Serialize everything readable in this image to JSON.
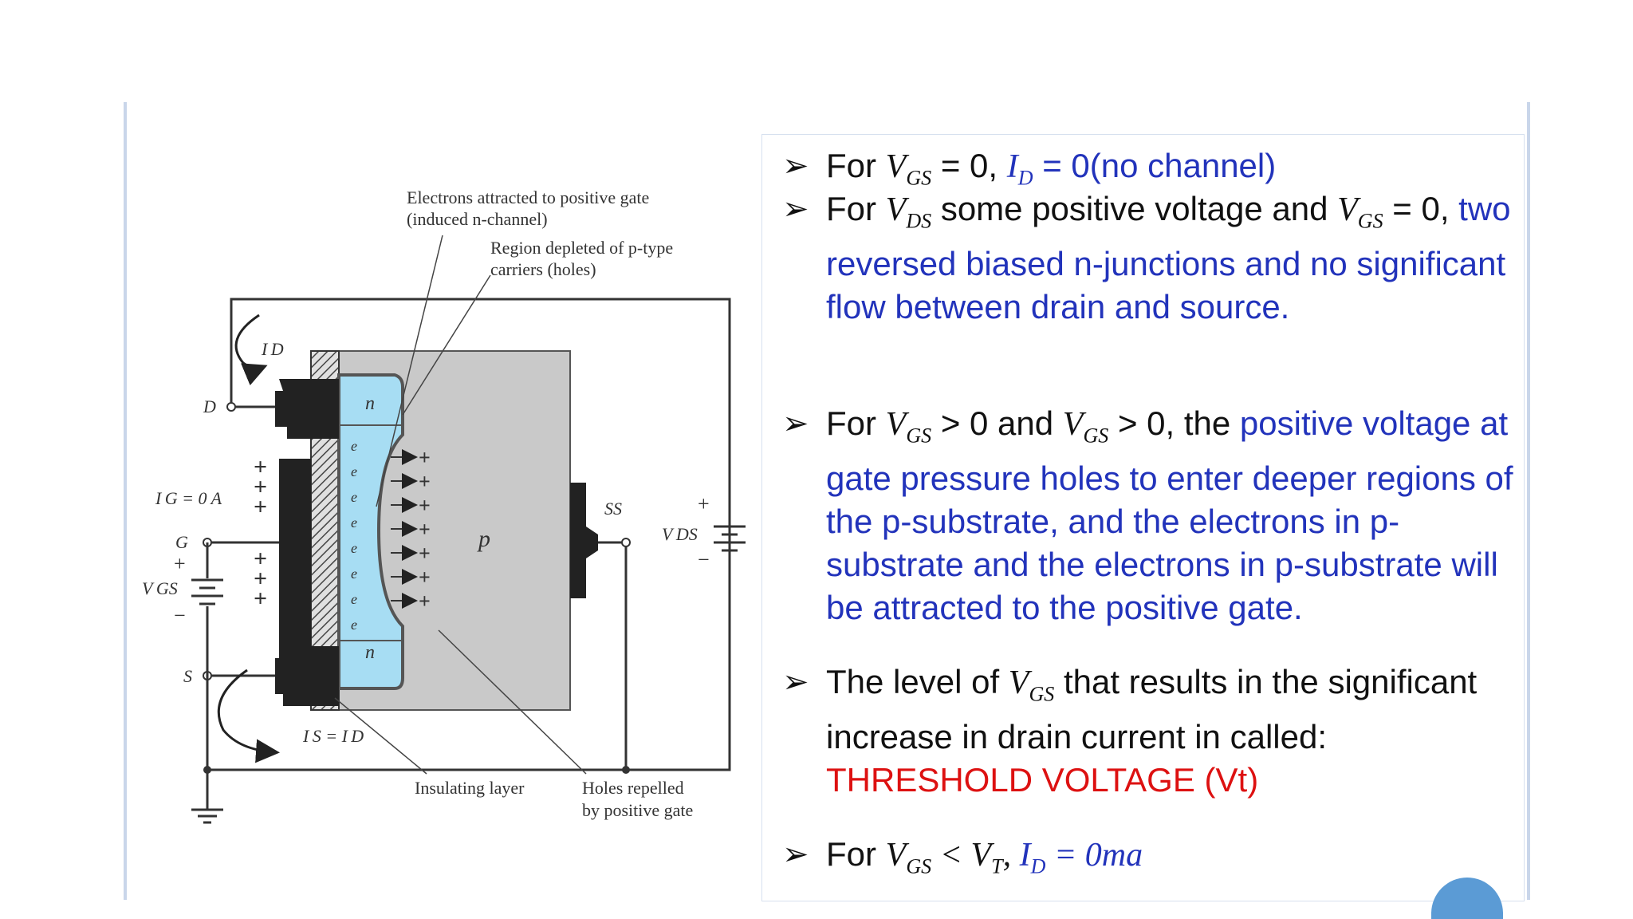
{
  "diagram": {
    "callouts": {
      "electrons_line1": "Electrons attracted to positive gate",
      "electrons_line2": "(induced n-channel)",
      "depleted_line1": "Region depleted of p-type",
      "depleted_line2": "carriers (holes)",
      "insulating": "Insulating layer",
      "holes_line1": "Holes repelled",
      "holes_line2": "by positive gate"
    },
    "terminals": {
      "drain": "D",
      "gate": "G",
      "source": "S",
      "substrate": "SS",
      "ig": "I G = 0 A",
      "id": "I D",
      "is": "I S = I D",
      "vgs": "V GS",
      "vds": "V DS",
      "p_region": "p",
      "n_region": "n",
      "electron": "e"
    },
    "signs": {
      "plus": "+",
      "minus": "−"
    }
  },
  "bullets": [
    {
      "arrow": "➢",
      "parts": [
        {
          "t": "For ",
          "c": "black"
        },
        {
          "t": "V",
          "c": "black",
          "m": true,
          "sub": "GS"
        },
        {
          "t": " = 0, ",
          "c": "black"
        },
        {
          "t": "I",
          "c": "blue",
          "m": true,
          "sub": "D"
        },
        {
          "t": " = 0(no channel)",
          "c": "blue"
        }
      ]
    },
    {
      "arrow": "➢",
      "parts": [
        {
          "t": "For ",
          "c": "black"
        },
        {
          "t": "V",
          "c": "black",
          "m": true,
          "sub": "DS"
        },
        {
          "t": "  some positive voltage and ",
          "c": "black"
        },
        {
          "t": "V",
          "c": "black",
          "m": true,
          "sub": "GS"
        },
        {
          "t": " = 0, ",
          "c": "black"
        },
        {
          "t": "two reversed biased n-junctions and no significant flow between drain and source.",
          "c": "blue"
        }
      ]
    },
    {
      "arrow": "➢",
      "parts": [
        {
          "t": "For ",
          "c": "black"
        },
        {
          "t": "V",
          "c": "black",
          "m": true,
          "sub": "GS"
        },
        {
          "t": " > 0 and ",
          "c": "black"
        },
        {
          "t": "V",
          "c": "black",
          "m": true,
          "sub": "GS"
        },
        {
          "t": " > 0, the ",
          "c": "black"
        },
        {
          "t": "positive voltage at gate pressure holes to enter deeper regions of the p-substrate, and the electrons in p-substrate and the electrons in p-substrate will be attracted to the positive gate.",
          "c": "blue"
        }
      ]
    },
    {
      "arrow": "➢",
      "parts": [
        {
          "t": "The level of ",
          "c": "black"
        },
        {
          "t": "V",
          "c": "black",
          "m": true,
          "sub": "GS"
        },
        {
          "t": " that results in the significant increase in drain current in called:",
          "c": "black"
        },
        {
          "br": true
        },
        {
          "t": "THRESHOLD VOLTAGE (Vt)",
          "c": "red"
        }
      ]
    },
    {
      "arrow": "➢",
      "parts": [
        {
          "t": "For ",
          "c": "black"
        },
        {
          "t": "V",
          "c": "black",
          "m": true,
          "sub": "GS"
        },
        {
          "t": " < ",
          "c": "black",
          "m": true
        },
        {
          "t": "V",
          "c": "black",
          "m": true,
          "sub": "T"
        },
        {
          "t": ", ",
          "c": "black",
          "m": true
        },
        {
          "t": "I",
          "c": "blue",
          "m": true,
          "sub": "D"
        },
        {
          "t": " = 0ma",
          "c": "blue",
          "m": true
        }
      ]
    }
  ]
}
